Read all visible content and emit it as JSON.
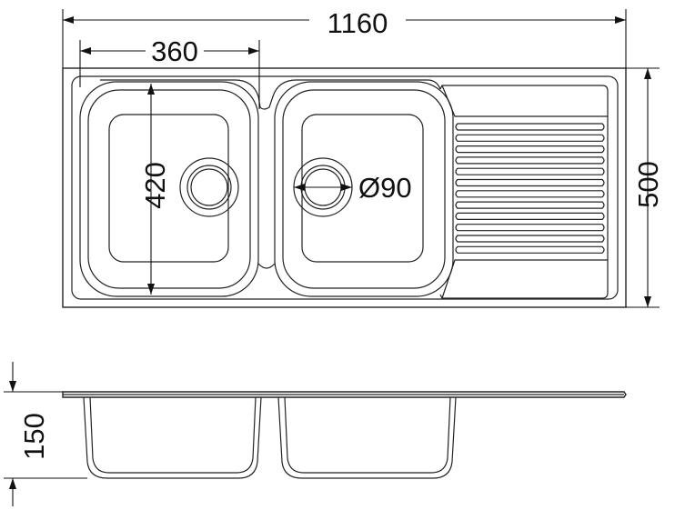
{
  "dimensions": {
    "overall_width": "1160",
    "bowl_width": "360",
    "bowl_depth": "420",
    "drain_diameter": "Ø90",
    "overall_depth": "500",
    "bowl_height": "150"
  }
}
